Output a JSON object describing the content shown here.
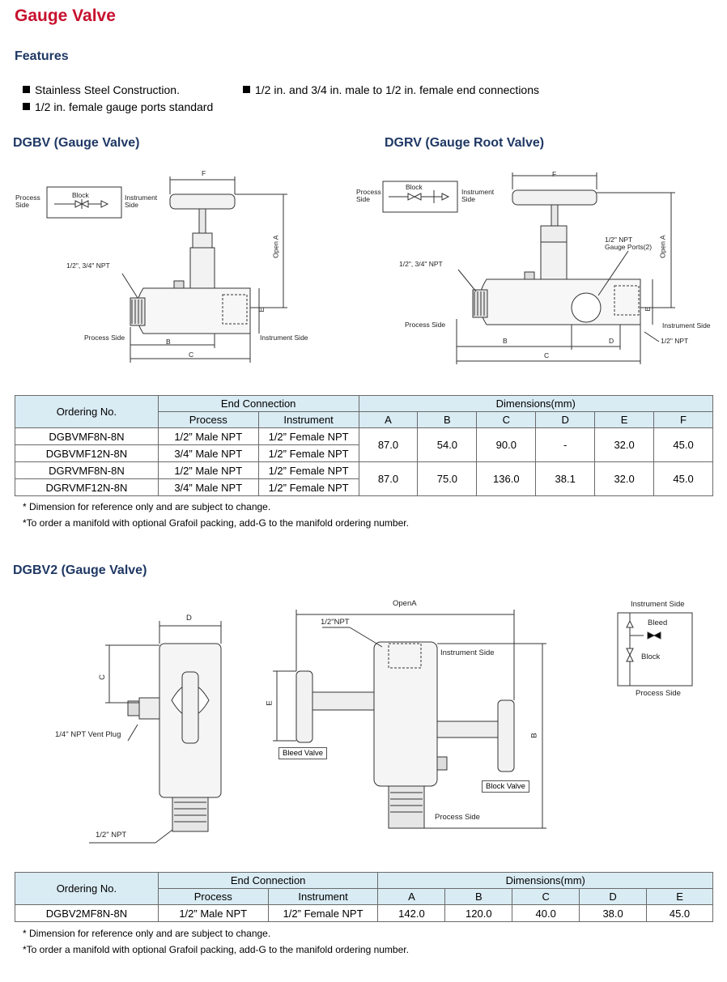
{
  "title": "Gauge Valve",
  "features": {
    "heading": "Features",
    "items": [
      "Stainless Steel Construction.",
      "1/2 in. and 3/4 in. male to 1/2 in. female end connections",
      "1/2 in. female gauge ports standard"
    ]
  },
  "dgbv": {
    "heading": "DGBV (Gauge Valve)",
    "labels": {
      "process_side": "Process\nSide",
      "block": "Block",
      "instrument_side": "Instrument\nSide",
      "f": "F",
      "open_a": "Open A",
      "npt": "1/2\", 3/4\" NPT",
      "e": "E",
      "process_side_bottom": "Process Side",
      "instrument_side_bottom": "Instrument Side",
      "b": "B",
      "c": "C"
    }
  },
  "dgrv": {
    "heading": "DGRV (Gauge Root Valve)",
    "labels": {
      "process_side": "Process\nSide",
      "block": "Block",
      "instrument_side": "Instrument\nSide",
      "f": "F",
      "gauge_ports": "1/2\" NPT\nGauge Ports(2)",
      "open_a": "Open A",
      "npt": "1/2\", 3/4\" NPT",
      "e": "E",
      "process_side_bottom": "Process Side",
      "instrument_side_bottom": "Instrument Side",
      "npt_right": "1/2\" NPT",
      "b": "B",
      "d": "D",
      "c": "C"
    }
  },
  "table1": {
    "ordering_no": "Ordering No.",
    "end_connection": "End Connection",
    "dimensions": "Dimensions(mm)",
    "process": "Process",
    "instrument": "Instrument",
    "dim_cols": [
      "A",
      "B",
      "C",
      "D",
      "E",
      "F"
    ],
    "rows": [
      {
        "ordering": "DGBVMF8N-8N",
        "process": "1/2” Male NPT",
        "instrument": "1/2” Female NPT"
      },
      {
        "ordering": "DGBVMF12N-8N",
        "process": "3/4” Male NPT",
        "instrument": "1/2” Female NPT"
      },
      {
        "ordering": "DGRVMF8N-8N",
        "process": "1/2” Male NPT",
        "instrument": "1/2” Female NPT"
      },
      {
        "ordering": "DGRVMF12N-8N",
        "process": "3/4” Male NPT",
        "instrument": "1/2” Female NPT"
      }
    ],
    "dim_groups": [
      [
        "87.0",
        "54.0",
        "90.0",
        "-",
        "32.0",
        "45.0"
      ],
      [
        "87.0",
        "75.0",
        "136.0",
        "38.1",
        "32.0",
        "45.0"
      ]
    ]
  },
  "notes1": [
    "* Dimension for reference only and are subject to change.",
    "*To order a manifold with optional Grafoil packing, add-G to the manifold ordering number."
  ],
  "dgbv2": {
    "heading": "DGBV2 (Gauge Valve)",
    "labels": {
      "d": "D",
      "c": "C",
      "vent_plug": "1/4\" NPT Vent Plug",
      "npt_half": "1/2\" NPT",
      "open_a": "OpenA",
      "npt_top": "1/2\"NPT",
      "instrument_side": "Instrument Side",
      "e": "E",
      "b": "B",
      "bleed_valve": "Bleed Valve",
      "block_valve": "Block Valve",
      "process_side": "Process Side",
      "schem_instrument": "Instrument Side",
      "schem_bleed": "Bleed",
      "schem_block": "Block",
      "schem_process": "Process Side"
    }
  },
  "table2": {
    "ordering_no": "Ordering No.",
    "end_connection": "End Connection",
    "dimensions": "Dimensions(mm)",
    "process": "Process",
    "instrument": "Instrument",
    "dim_cols": [
      "A",
      "B",
      "C",
      "D",
      "E"
    ],
    "row": {
      "ordering": "DGBV2MF8N-8N",
      "process": "1/2” Male NPT",
      "instrument": "1/2” Female NPT",
      "dims": [
        "142.0",
        "120.0",
        "40.0",
        "38.0",
        "45.0"
      ]
    }
  },
  "notes2": [
    "* Dimension for reference only and are subject to change.",
    "*To order a manifold with optional Grafoil packing, add-G to the manifold ordering number."
  ]
}
